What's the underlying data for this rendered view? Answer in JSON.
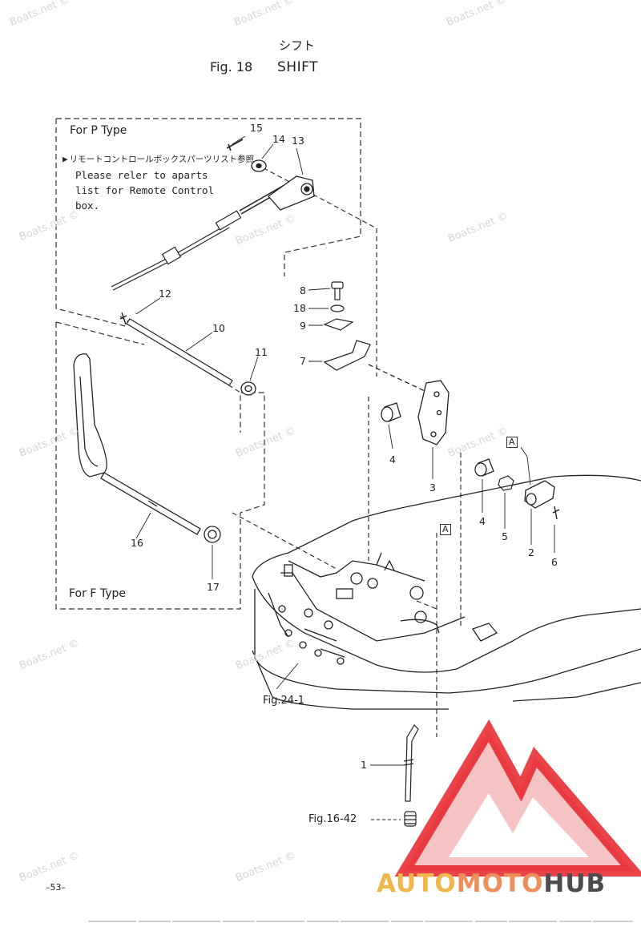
{
  "header": {
    "jp_title": "シフト",
    "fig_label": "Fig. 18",
    "title": "SHIFT"
  },
  "groups": {
    "p_type_label": "For P Type",
    "f_type_label": "For F Type",
    "note_jp": "リモートコントロールボックスパーツリスト参照",
    "note_en_lines": [
      "Please reler to aparts",
      "list for Remote Control",
      "box."
    ]
  },
  "callouts": [
    "15",
    "14",
    "13",
    "12",
    "10",
    "11",
    "8",
    "18",
    "9",
    "7",
    "4",
    "3",
    "4",
    "5",
    "2",
    "6",
    "16",
    "17",
    "1"
  ],
  "box_labels": [
    "A",
    "A"
  ],
  "references": [
    "Fig.24-1",
    "Fig.16-42"
  ],
  "watermark": "Boats.net ©",
  "page_number": "–53–",
  "brand": {
    "part1": "AUTO",
    "part2": "MOTO",
    "part3": "HUB"
  },
  "colors": {
    "logo_red": "#e8222a",
    "logo_pink": "#f4b8b8",
    "brand_auto": "#f0b74a",
    "brand_moto": "#ed8f5a",
    "brand_hub": "#4d4d4d"
  }
}
